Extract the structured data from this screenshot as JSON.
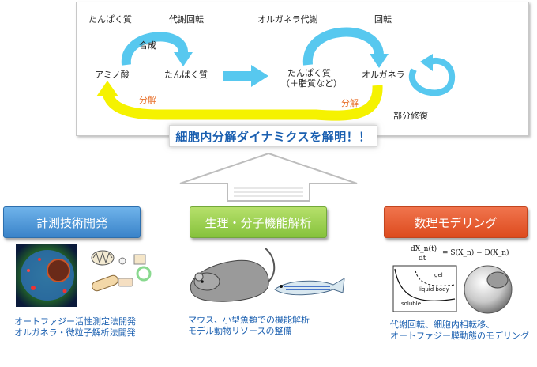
{
  "diagram": {
    "top_labels": {
      "protein_top": "たんぱく質",
      "metabolic_turnover": "代謝回転",
      "synthesis": "合成",
      "amino_acid": "アミノ酸",
      "protein_mid": "たんぱく質",
      "degradation_left": "分解",
      "organelle_metabolism": "オルガネラ代謝",
      "turnover": "回転",
      "protein_lipid_1": "たんぱく質",
      "protein_lipid_2": "（＋脂質など）",
      "organelle": "オルガネラ",
      "degradation_right": "分解",
      "partial_repair": "部分修復"
    },
    "banner": "細胞内分解ダイナミクスを解明！！",
    "colors": {
      "cyan": "#57c8ef",
      "yellow": "#f5f200",
      "gray_arrow": "#bdbdbd"
    }
  },
  "panels": [
    {
      "title": "計測技術開発",
      "color": "#4a90d9",
      "caption_lines": [
        "オートファジー活性測定法開発",
        "オルガネラ・微粒子解析法開発"
      ]
    },
    {
      "title": "生理・分子機能解析",
      "color": "#95c93d",
      "caption_lines": [
        "マウス、小型魚類での機能解析",
        "モデル動物リソースの整備"
      ]
    },
    {
      "title": "数理モデリング",
      "color": "#e85a2e",
      "caption_lines": [
        "代謝回転、細胞内相転移、",
        "オートファジー膜動態のモデリング"
      ]
    }
  ],
  "math": {
    "eq_numerator": "dX_n(t)",
    "eq_denominator": "dt",
    "eq_rhs": "= S(X_n) − D(X_n)",
    "phase_labels": [
      "gel",
      "liquid body",
      "soluble"
    ]
  }
}
